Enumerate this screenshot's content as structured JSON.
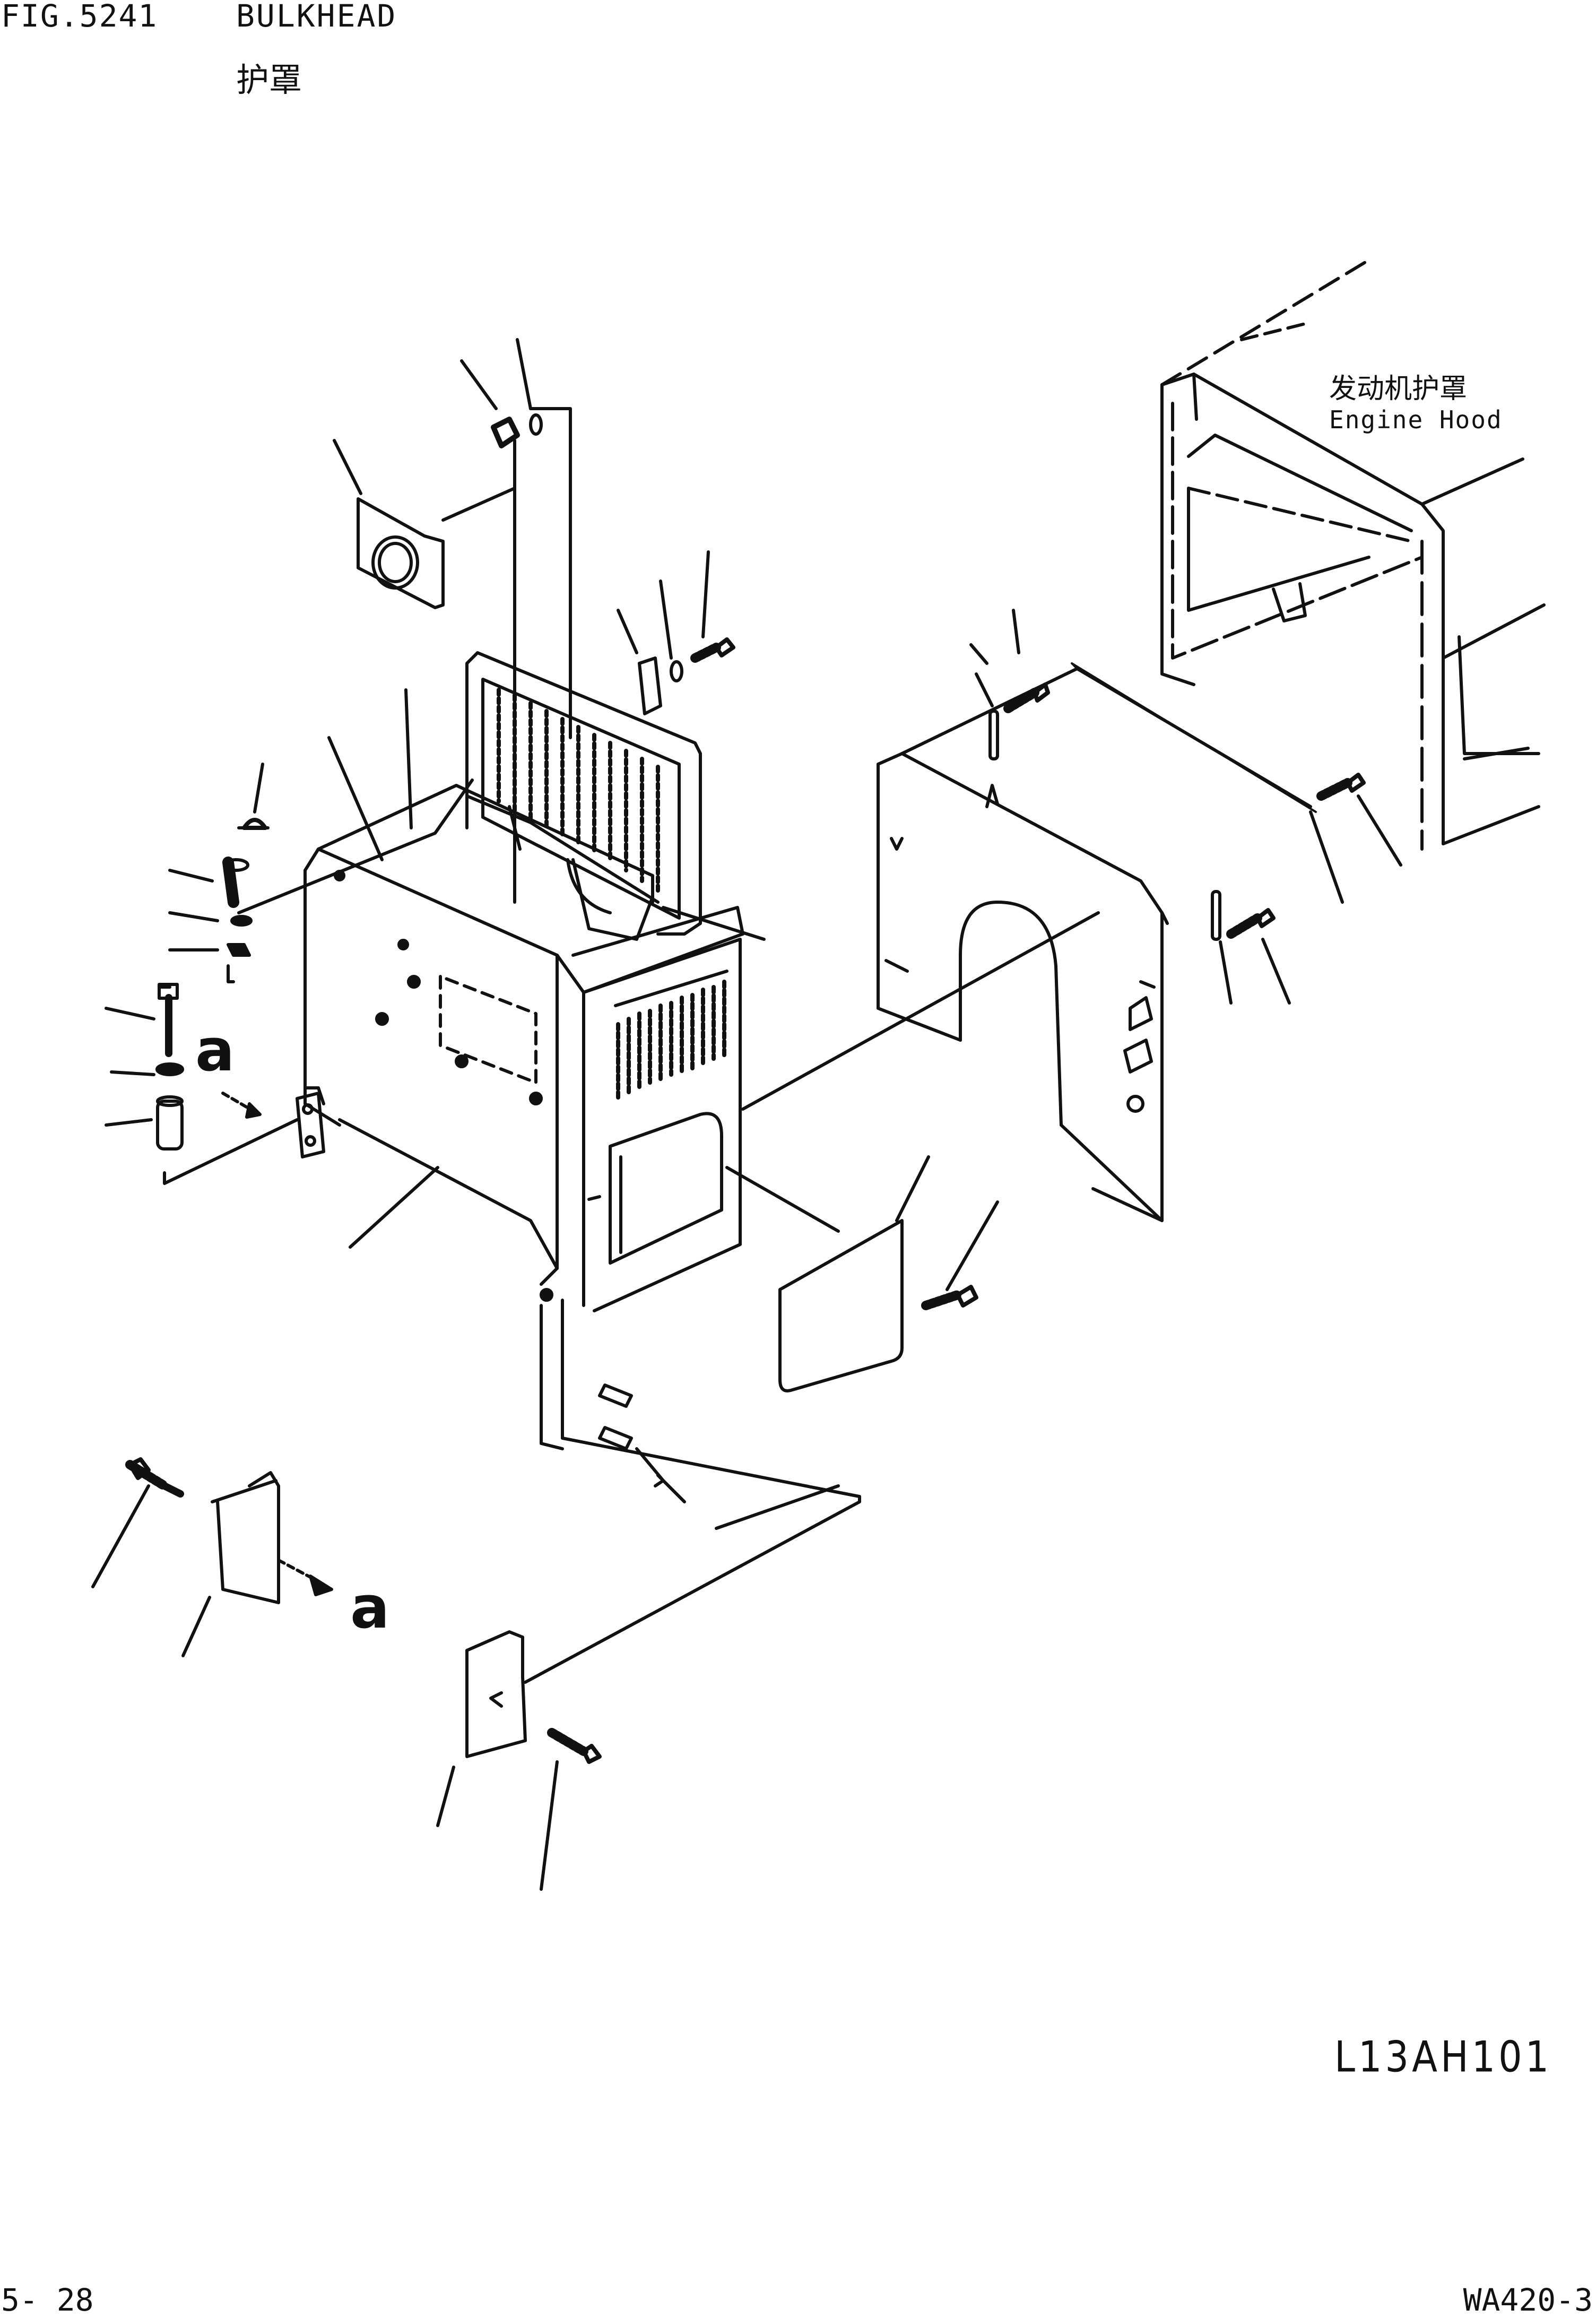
{
  "header": {
    "fig_number": "FIG.5241",
    "title": "BULKHEAD",
    "title_cn": "护罩"
  },
  "annotations": {
    "engine_hood_cn": "发动机护罩",
    "engine_hood_en": "Engine Hood",
    "view_marker_upper": "a",
    "view_marker_lower": "a"
  },
  "footer": {
    "drawing_code": "L13AH101",
    "page_number": "5- 28",
    "model": "WA420-3"
  }
}
